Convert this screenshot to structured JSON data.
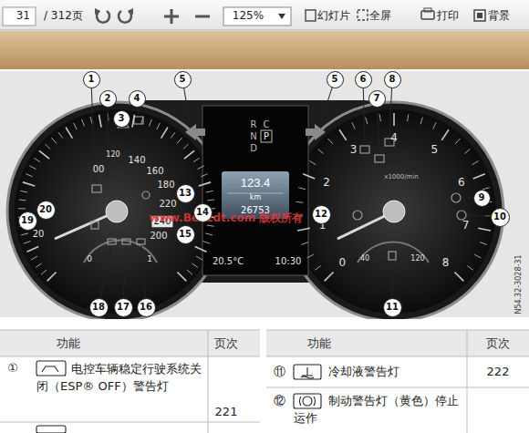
{
  "diagram": {
    "nodes": [
      {
        "text": [
          "1"
        ]
      },
      {
        "text": [
          "2"
        ]
      },
      {
        "text": [
          "3"
        ]
      },
      {
        "text": [
          "4"
        ]
      },
      {
        "text": [
          "5"
        ]
      },
      {
        "text": [
          "5"
        ]
      },
      {
        "text": [
          "6"
        ]
      },
      {
        "text": [
          "7"
        ]
      },
      {
        "text": [
          "8"
        ]
      },
      {
        "text": [
          "9"
        ]
      },
      {
        "text": [
          "10"
        ]
      },
      {
        "text": [
          "11"
        ]
      },
      {
        "text": [
          "12"
        ]
      },
      {
        "text": [
          "13"
        ]
      },
      {
        "text": [
          "14"
        ]
      },
      {
        "text": [
          "15"
        ]
      },
      {
        "text": [
          "16"
        ]
      },
      {
        "text": [
          "17"
        ]
      },
      {
        "text": [
          "18"
        ]
      },
      {
        "text": [
          "19"
        ]
      },
      {
        "text": [
          "20"
        ]
      }
    ],
    "labels": [
      "31",
      "/ 312页",
      "125%",
      "幻灯片",
      "全屏",
      "打印",
      "背景",
      "R",
      "C",
      "N",
      "P",
      "D",
      "123.4",
      "km",
      "26753",
      "20.5°C",
      "10:30",
      "00",
      "120",
      "140",
      "160",
      "180",
      "220",
      "240",
      "200",
      "20",
      "0",
      "1",
      "0",
      "1",
      "2",
      "3",
      "4",
      "5",
      "6",
      "7",
      "8",
      "x1000/min",
      "40",
      "120",
      "www.Benzdt.com 版权所有",
      "N54.32-3028-31",
      "功能",
      "页次",
      "功能",
      "页次",
      "①",
      "电控车辆稳定行驶系统关闭（ESP® OFF）警告灯",
      "221",
      "⑪",
      "冷却液警告灯",
      "222",
      "⑫",
      "制动警告灯（黄色）停止运作"
    ]
  }
}
